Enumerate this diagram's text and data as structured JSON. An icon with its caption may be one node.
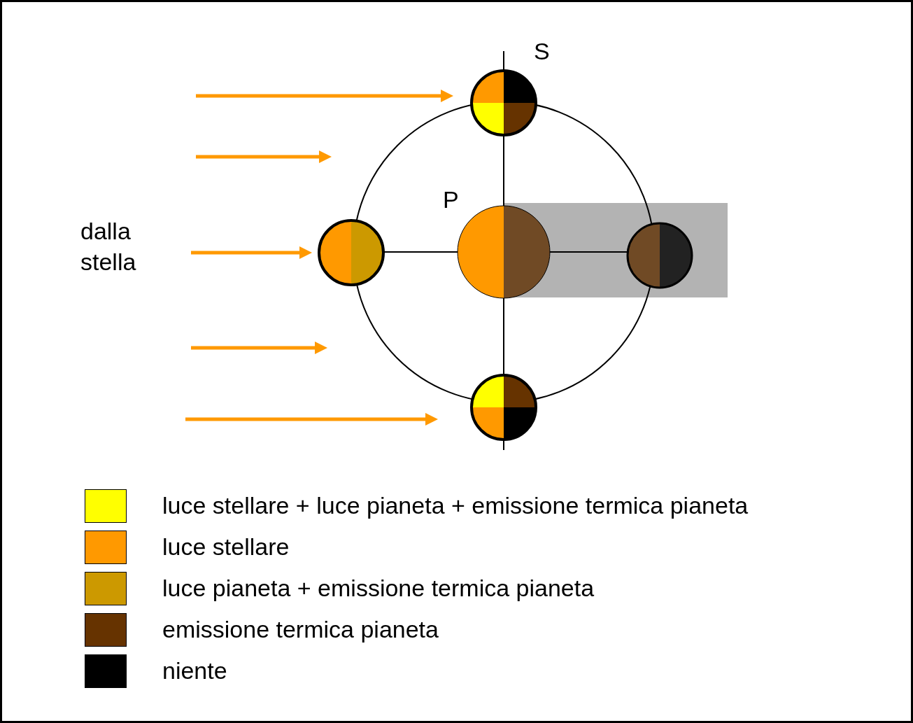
{
  "diagram": {
    "labels": [
      "S",
      "P",
      "dalla stella"
    ],
    "legend": [
      {
        "text": "luce stellare + luce pianeta + emissione termica pianeta",
        "color": "#ffff00"
      },
      {
        "text": "luce stellare",
        "color": "#ff9900"
      },
      {
        "text": "luce pianeta + emissione termica pianeta",
        "color": "#cc9900"
      },
      {
        "text": "emissione termica pianeta",
        "color": "#663300"
      },
      {
        "text": "niente",
        "color": "#000000"
      }
    ]
  }
}
